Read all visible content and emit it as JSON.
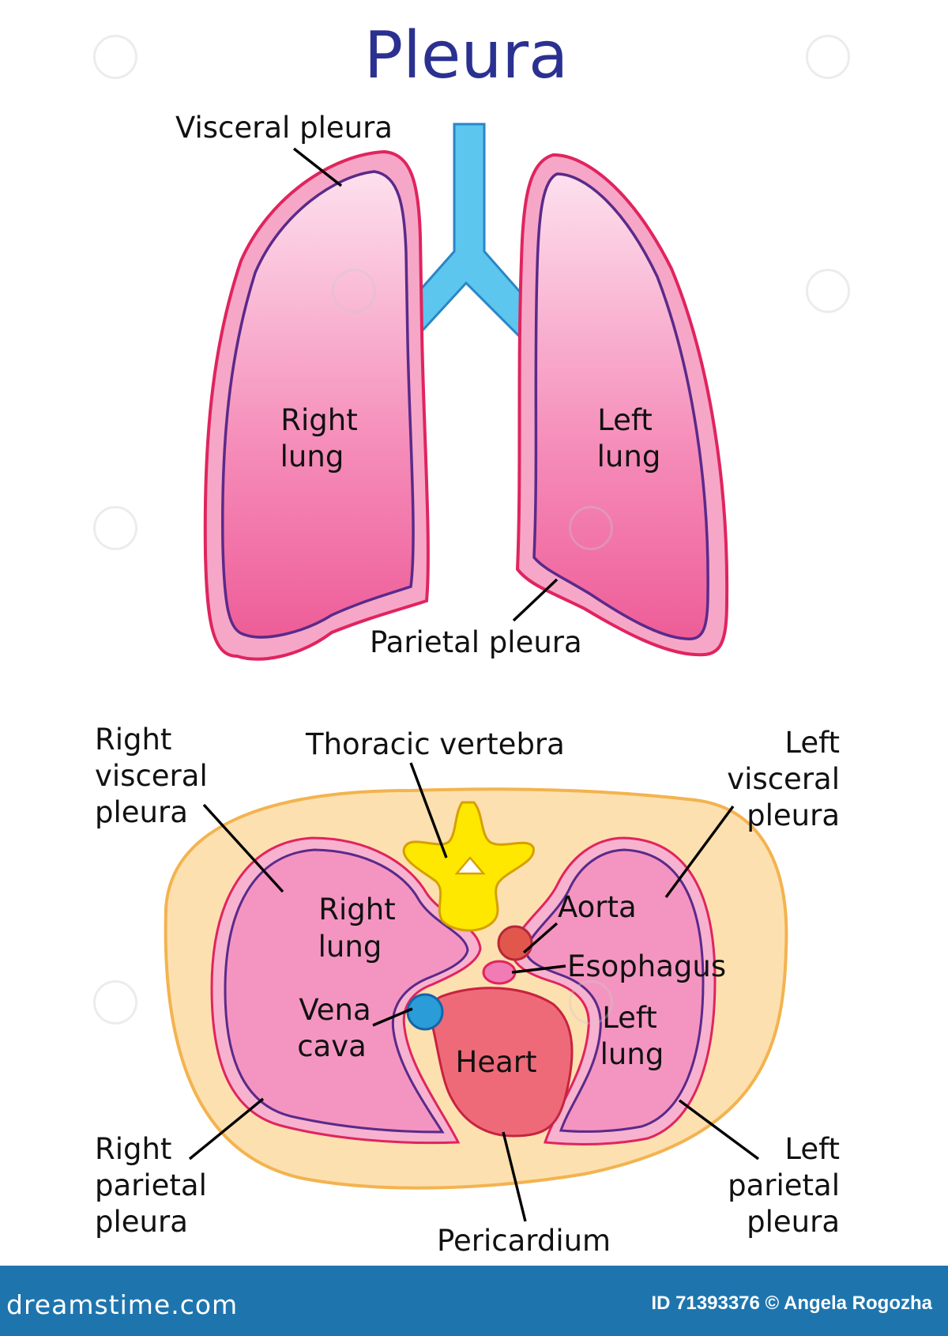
{
  "title": "Pleura",
  "lungs_view": {
    "visceral_pleura": "Visceral pleura",
    "parietal_pleura": "Parietal pleura",
    "right_lung": [
      "Right",
      "lung"
    ],
    "left_lung": [
      "Left",
      "lung"
    ]
  },
  "cross_section": {
    "thoracic_vertebra": "Thoracic vertebra",
    "right_visceral_pleura": [
      "Right",
      "visceral",
      "pleura"
    ],
    "left_visceral_pleura": [
      "Left",
      "visceral",
      "pleura"
    ],
    "right_lung": [
      "Right",
      "lung"
    ],
    "left_lung": [
      "Left",
      "lung"
    ],
    "aorta": "Aorta",
    "esophagus": "Esophagus",
    "vena_cava": [
      "Vena",
      "cava"
    ],
    "heart": "Heart",
    "right_parietal_pleura": [
      "Right",
      "parietal",
      "pleura"
    ],
    "left_parietal_pleura": [
      "Left",
      "parietal",
      "pleura"
    ],
    "pericardium": "Pericardium"
  },
  "footer": {
    "brand": "dreamstime.com",
    "credit": "ID 71393376 © Angela Rogozha"
  },
  "colors": {
    "title": "#2b3190",
    "lung_fill": "#f06fa6",
    "pleura_outline": "#e0245e",
    "visceral_line": "#5a2a8a",
    "trachea": "#5cc6ef",
    "body_wall": "#fde0b0",
    "body_outline": "#f3b34f",
    "vertebra": "#ffe800",
    "aorta": "#e2574c",
    "esophagus": "#f07bb5",
    "vena_cava": "#2a9cd8",
    "heart": "#ef6a79",
    "footer": "#1e75ae"
  },
  "icons": [
    "dreamstime-watermark-icon"
  ]
}
